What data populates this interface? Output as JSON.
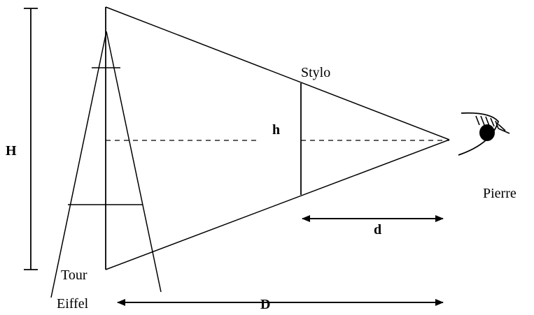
{
  "labels": {
    "H": "H",
    "h": "h",
    "d": "d",
    "D": "D",
    "stylo": "Stylo",
    "pierre": "Pierre",
    "tour_line1": "Tour",
    "tour_line2": "Eiffel"
  },
  "colors": {
    "stroke": "#000000",
    "background": "#ffffff"
  }
}
